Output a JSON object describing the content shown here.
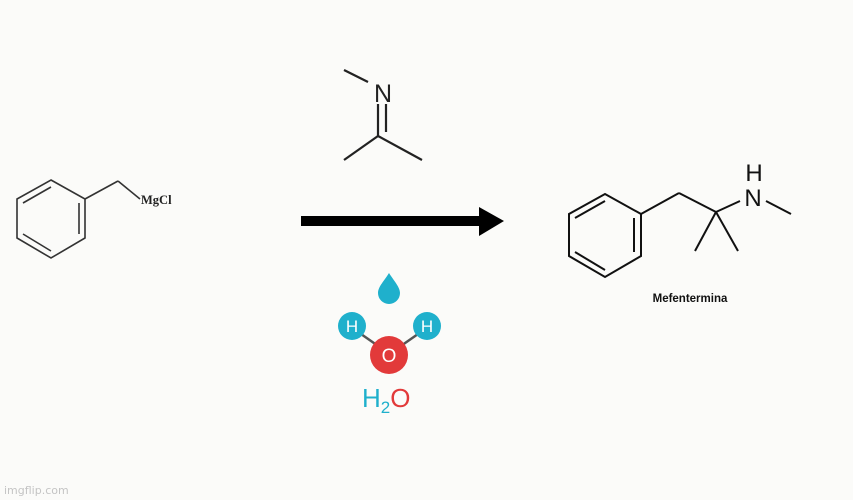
{
  "reactant": {
    "group_label": "MgCl"
  },
  "reagent_imine": {
    "atom_n": "N"
  },
  "reagent_water": {
    "atom_h_left": "H",
    "atom_h_right": "H",
    "atom_o": "O",
    "formula_h": "H",
    "formula_sub": "2",
    "formula_o": "O",
    "icon": "water-drop-icon"
  },
  "product": {
    "atom_h": "H",
    "atom_n": "N",
    "name": "Mefentermina"
  },
  "watermark": "imgflip.com",
  "colors": {
    "ink": "#1a1a1a",
    "water_cyan": "#1fb0cc",
    "oxygen_red": "#e23a3a",
    "background": "#fbfbf9"
  }
}
